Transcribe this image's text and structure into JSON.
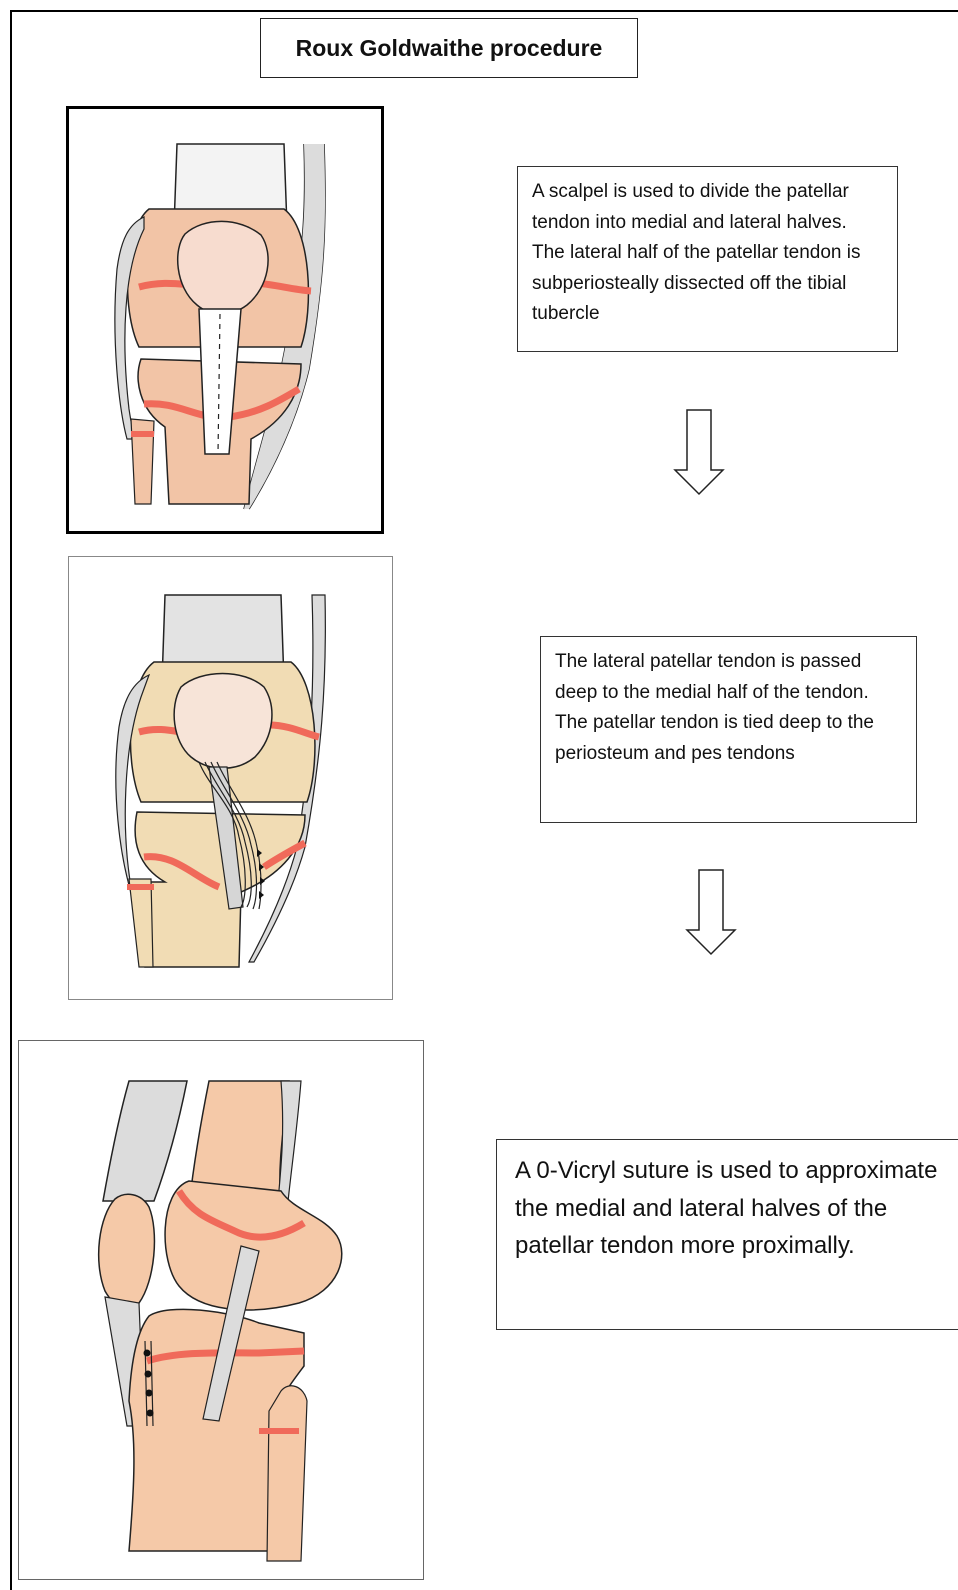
{
  "title": "Roux Goldwaithe procedure",
  "steps": [
    {
      "text": "A scalpel is used to divide the patellar tendon into medial and lateral halves. The lateral half of the patellar tendon is subperiosteally dissected off the tibial tubercle"
    },
    {
      "text": "The lateral patellar tendon is passed deep to the medial half of the tendon. The patellar tendon is tied deep to the periosteum and pes tendons"
    },
    {
      "text": "A 0-Vicryl suture is used to approximate the medial and lateral halves of the patellar tendon more proximally."
    }
  ],
  "colors": {
    "bone_fig1": "#f2c4a6",
    "bone_fig2": "#f1dcb4",
    "bone_fig3": "#f5c9a8",
    "growth_plate": "#f06a5a",
    "tendon": "#d9d9d9",
    "patella": "#f7dccf"
  }
}
